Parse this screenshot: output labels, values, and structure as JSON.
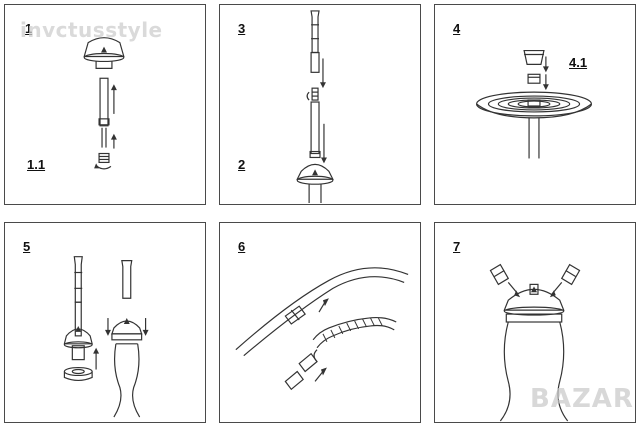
{
  "steps": {
    "p1_main": "1",
    "p1_sub": "1.1",
    "p2_main": "3",
    "p2_sub": "2",
    "p3_main": "4",
    "p3_sub": "4.1",
    "p4_main": "5",
    "p5_main": "6",
    "p6_main": "7"
  },
  "watermarks": {
    "top": "invctusstyle",
    "bottom": "BAZAR"
  },
  "colors": {
    "line": "#333333",
    "panel_border": "#4a4a4a"
  }
}
